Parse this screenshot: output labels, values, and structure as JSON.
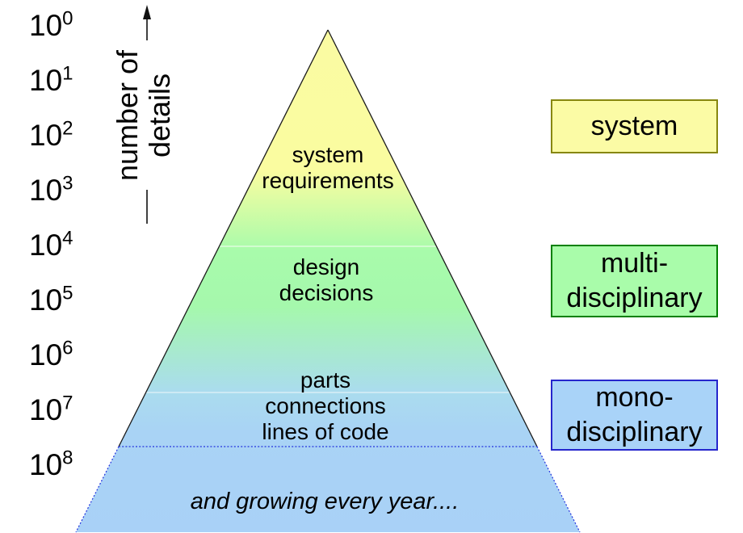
{
  "axis": {
    "title": [
      "number of",
      "details"
    ],
    "ticks": [
      {
        "base": "10",
        "exp": "0"
      },
      {
        "base": "10",
        "exp": "1"
      },
      {
        "base": "10",
        "exp": "2"
      },
      {
        "base": "10",
        "exp": "3"
      },
      {
        "base": "10",
        "exp": "4"
      },
      {
        "base": "10",
        "exp": "5"
      },
      {
        "base": "10",
        "exp": "6"
      },
      {
        "base": "10",
        "exp": "7"
      },
      {
        "base": "10",
        "exp": "8"
      }
    ]
  },
  "pyramid": {
    "levels": [
      {
        "lines": [
          "system",
          "requirements"
        ]
      },
      {
        "lines": [
          "design",
          "decisions"
        ]
      },
      {
        "lines": [
          "parts",
          "connections",
          "lines of code"
        ]
      },
      {
        "lines": [
          "and growing every year...."
        ]
      }
    ]
  },
  "legend": {
    "items": [
      {
        "lines": [
          "system"
        ],
        "fill": "#FBFBA5",
        "border": "#87870F"
      },
      {
        "lines": [
          "multi-",
          "disciplinary"
        ],
        "fill": "#A9FCAA",
        "border": "#008000"
      },
      {
        "lines": [
          "mono-",
          "disciplinary"
        ],
        "fill": "#A9D3F8",
        "border": "#2626CC"
      }
    ]
  },
  "colors": {
    "pyramid_top_yellow": "#FAFBA2",
    "pyramid_mid_green": "#A8FBAB",
    "pyramid_bottom_blue": "#A9D1F7",
    "outline": "#1A1A1A",
    "dotted_line_blue": "#2233DD",
    "background": "#FFFFFF"
  }
}
